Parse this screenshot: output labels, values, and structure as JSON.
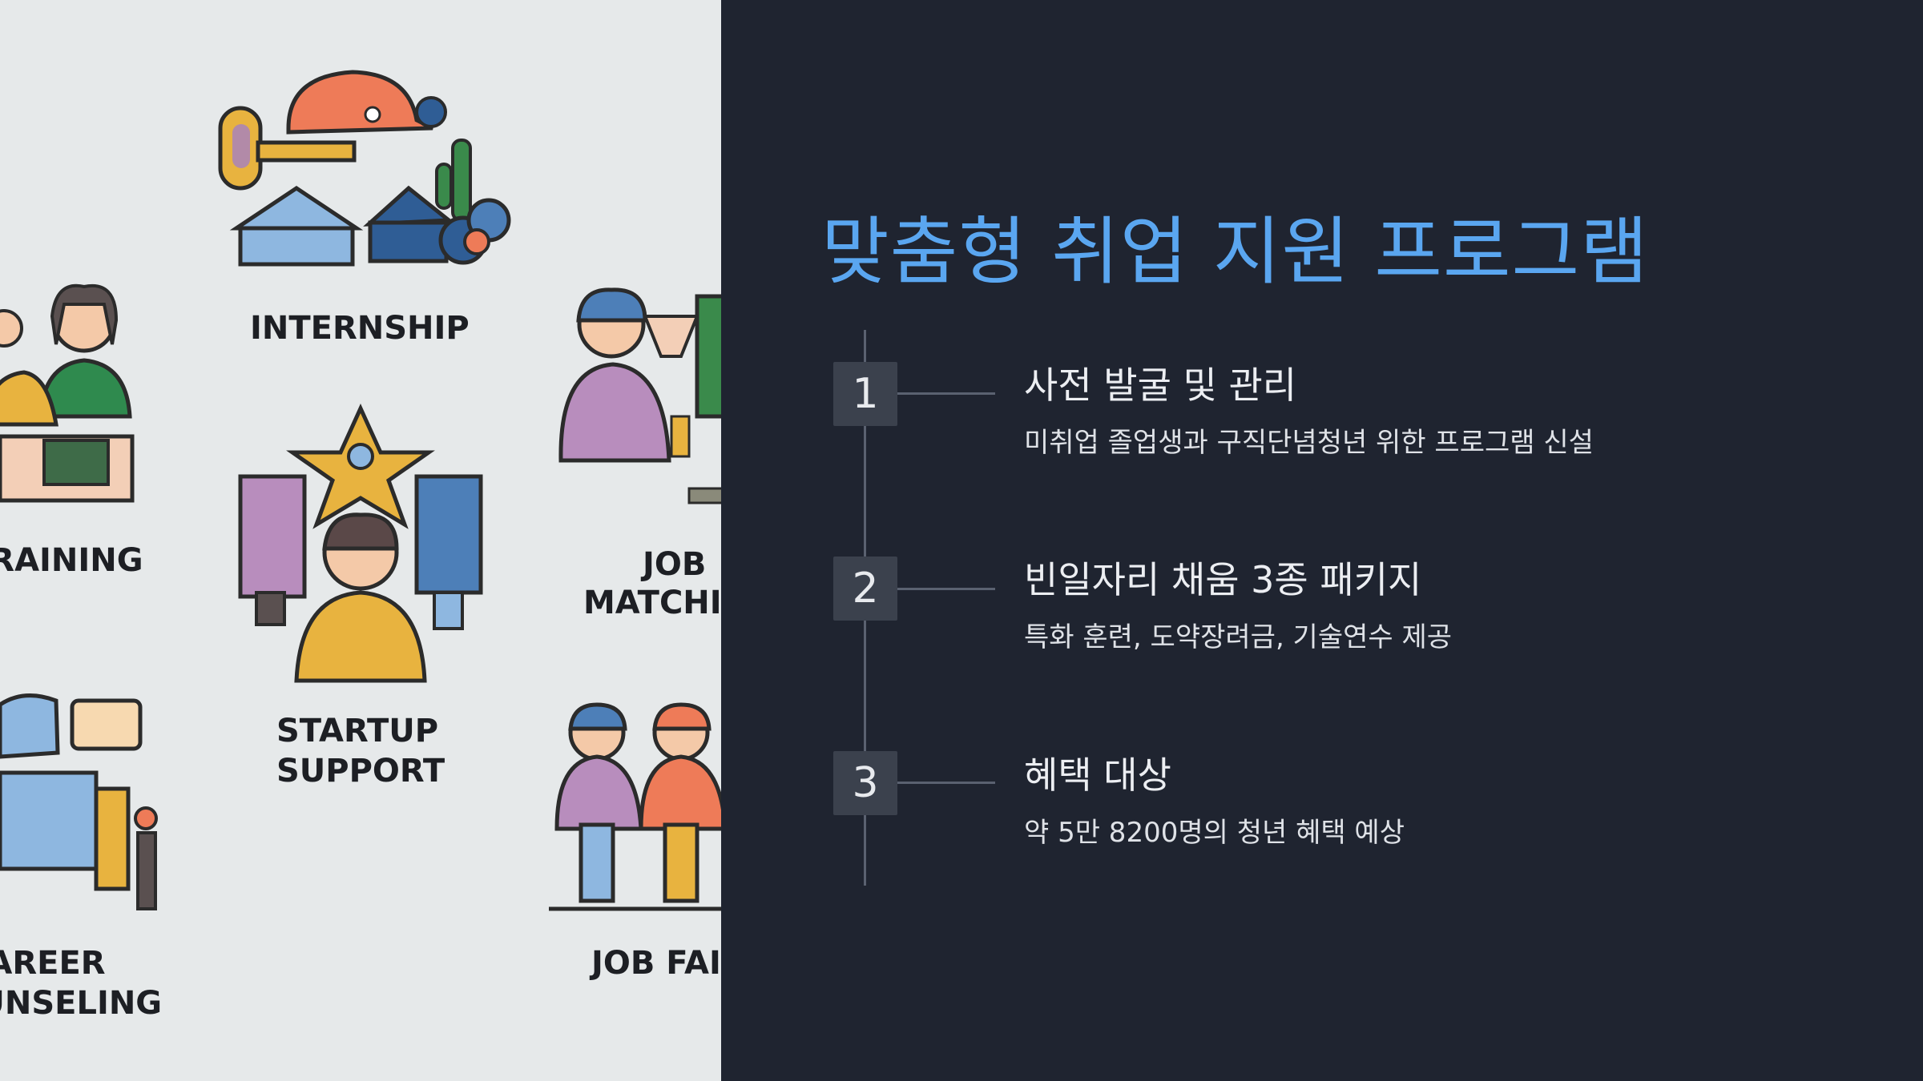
{
  "illustration_labels": {
    "internship": "INTERNSHIP",
    "training": "TRAINING",
    "job_matching_1": "JOB",
    "job_matching_2": "MATCHING",
    "startup_1": "STARTUP",
    "startup_2": "SUPPORT",
    "career_1": "CAREER",
    "career_2": "COUNSELING",
    "job_fair": "JOB FAIR"
  },
  "title": "맞춤형 취업 지원 프로그램",
  "steps": [
    {
      "number": "1",
      "heading": "사전 발굴 및 관리",
      "description": "미취업 졸업생과 구직단념청년 위한 프로그램 신설"
    },
    {
      "number": "2",
      "heading": "빈일자리 채움 3종 패키지",
      "description": "특화 훈련, 도약장려금, 기술연수 제공"
    },
    {
      "number": "3",
      "heading": "혜택 대상",
      "description": "약 5만 8200명의 청년 혜택 예상"
    }
  ],
  "colors": {
    "accent": "#5aa6f0",
    "dark_bg": "#1f2430",
    "light_bg": "#e6e9ea"
  }
}
